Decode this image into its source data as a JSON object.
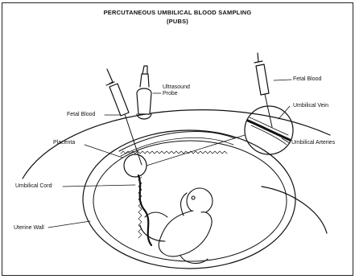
{
  "title": "PERCUTANEOUS UMBILICAL BLOOD SAMPLING",
  "subtitle": "(PUBS)",
  "labels": {
    "ultrasound_probe_line1": "Ultrasound",
    "ultrasound_probe_line2": "Probe",
    "fetal_blood_left": "Fetal Blood",
    "fetal_blood_right": "Fetal Blood",
    "placenta": "Placenta",
    "umbilical_vein": "Umbilical Vein",
    "umbilical_arteries": "Umbilical Arteries",
    "umbilical_cord": "Umbilical Cord",
    "uterine_wall": "Uterine Wall"
  }
}
